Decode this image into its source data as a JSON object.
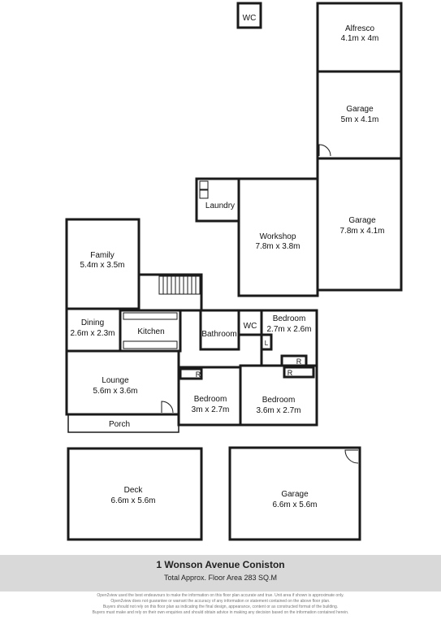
{
  "rooms": {
    "wc_top": "WC",
    "alfresco_name": "Alfresco",
    "alfresco_size": "4.1m x 4m",
    "garage_upper_name": "Garage",
    "garage_upper_size": "5m x 4.1m",
    "garage_lower_name": "Garage",
    "garage_lower_size": "7.8m x 4.1m",
    "laundry": "Laundry",
    "workshop_name": "Workshop",
    "workshop_size": "7.8m x 3.8m",
    "family_name": "Family",
    "family_size": "5.4m x 3.5m",
    "dining_name": "Dining",
    "dining_size": "2.6m x 2.3m",
    "kitchen": "Kitchen",
    "bathroom": "Bathroom",
    "wc_inner": "WC",
    "bedroom1_name": "Bedroom",
    "bedroom1_size": "2.7m x 2.6m",
    "lounge_name": "Lounge",
    "lounge_size": "5.6m x 3.6m",
    "bedroom2_name": "Bedroom",
    "bedroom2_size": "3m x 2.7m",
    "bedroom3_name": "Bedroom",
    "bedroom3_size": "3.6m x 2.7m",
    "porch": "Porch",
    "deck_name": "Deck",
    "deck_size": "6.6m x 5.6m",
    "garage_detached_name": "Garage",
    "garage_detached_size": "6.6m x 5.6m",
    "robe_a": "R",
    "robe_b": "R",
    "robe_c": "R",
    "linen": "L"
  },
  "footer": {
    "address": "1 Wonson Avenue Coniston",
    "total_area": "Total Approx. Floor Area 283 SQ.M",
    "disclaimer_1": "Open2view used the best endeavours to make the information on this floor plan accurate and true. Unit area if shown is approximate only.",
    "disclaimer_2": "Open2view does not guarantee or warrant the accuracy of any information or statement contained on the above floor plan.",
    "disclaimer_3": "Buyers should not rely on this floor plan as indicating the final design, appearance, content or as constructed format of the building.",
    "disclaimer_4": "Buyers must make and rely on their own enquiries and should obtain advice in making any decision based on the information contained herein."
  }
}
